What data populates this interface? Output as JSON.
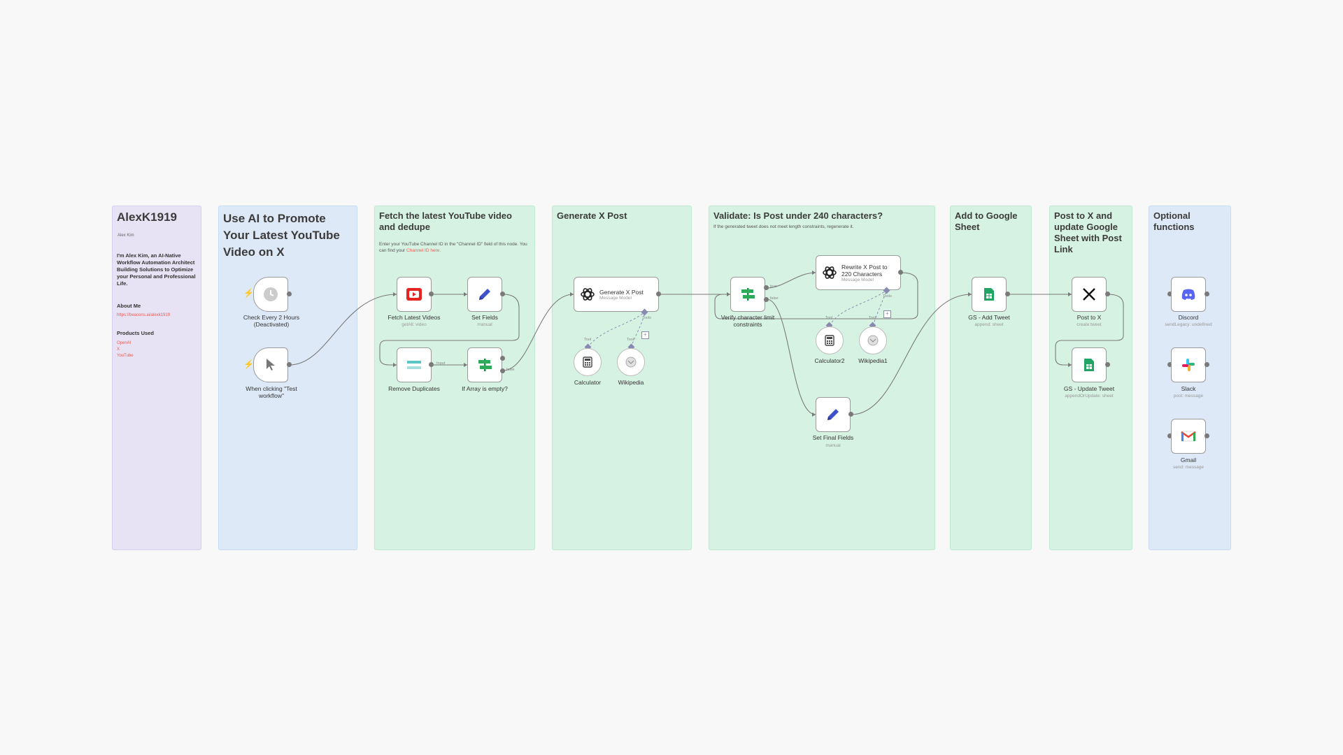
{
  "colors": {
    "canvas": "#f8f8f9",
    "edge": "#7a7a7a",
    "ai_edge": "#8a8ab0",
    "trigger_bolt": "#ef6b4a",
    "link": "#ef5b4e"
  },
  "stickies": {
    "intro": {
      "title": "AlexK1919",
      "image_alt": "Alex Kim",
      "bio": "I'm Alex Kim, an AI-Native Workflow Automation Architect Building Solutions to Optimize your Personal and Professional Life.",
      "about_heading": "About Me",
      "about_link": "https://beacons.ai/alexk1919",
      "products_heading": "Products Used",
      "products": [
        "OpenAI",
        "X",
        "YouTube"
      ]
    },
    "promote": {
      "title": "Use AI to Promote Your Latest YouTube Video on X"
    },
    "fetch": {
      "title": "Fetch the latest YouTube video and dedupe",
      "note": "Enter your YouTube Channel ID in the \"Channel ID\" field of this node. You can find your",
      "note_link": "Channel ID here."
    },
    "generate": {
      "title": "Generate X Post"
    },
    "validate": {
      "title": "Validate: Is Post under 240 characters?",
      "note": "If the generated tweet does not meet length constraints, regenerate it."
    },
    "sheet": {
      "title": "Add to Google Sheet"
    },
    "postx": {
      "title": "Post to X and update Google Sheet with Post Link"
    },
    "optional": {
      "title": "Optional functions"
    }
  },
  "nodes": {
    "schedule": {
      "label": "Check Every 2 Hours (Deactivated)",
      "icon": "clock-icon"
    },
    "manual": {
      "label": "When clicking \"Test workflow\"",
      "icon": "cursor-icon"
    },
    "fetch_videos": {
      "label": "Fetch Latest Videos",
      "sub": "getAll: video",
      "icon": "youtube-icon"
    },
    "set_fields": {
      "label": "Set Fields",
      "sub": "manual",
      "icon": "pencil-icon"
    },
    "remove_dupes": {
      "label": "Remove Duplicates",
      "icon": "dedupe-icon"
    },
    "if_empty": {
      "label": "If Array is empty?",
      "icon": "if-icon"
    },
    "generate_post": {
      "label": "Generate X Post",
      "sub": "Message Model",
      "icon": "openai-icon"
    },
    "calculator": {
      "label": "Calculator",
      "icon": "calculator-icon"
    },
    "wikipedia": {
      "label": "Wikipedia",
      "icon": "wikipedia-icon"
    },
    "verify_limit": {
      "label": "Verify character limit constraints",
      "icon": "if-icon"
    },
    "rewrite_post": {
      "label": "Rewrite X Post to 220 Characters",
      "sub": "Message Model",
      "icon": "openai-icon"
    },
    "calculator2": {
      "label": "Calculator2",
      "icon": "calculator-icon"
    },
    "wikipedia1": {
      "label": "Wikipedia1",
      "icon": "wikipedia-icon"
    },
    "set_final": {
      "label": "Set Final Fields",
      "sub": "manual",
      "icon": "pencil-icon"
    },
    "gs_add": {
      "label": "GS - Add Tweet",
      "sub": "append: sheet",
      "icon": "google-sheets-icon"
    },
    "post_x": {
      "label": "Post to X",
      "sub": "create:tweet",
      "icon": "x-logo-icon"
    },
    "gs_update": {
      "label": "GS - Update Tweet",
      "sub": "appendOrUpdate: sheet",
      "icon": "google-sheets-icon"
    },
    "discord": {
      "label": "Discord",
      "sub": "sendLegacy: undefined",
      "icon": "discord-icon"
    },
    "slack": {
      "label": "Slack",
      "sub": "post: message",
      "icon": "slack-icon"
    },
    "gmail": {
      "label": "Gmail",
      "sub": "send: message",
      "icon": "gmail-icon"
    }
  },
  "edge_labels": {
    "true": "true",
    "false": "false",
    "input": "Input",
    "tool": "Tool",
    "tools": "Tools"
  }
}
